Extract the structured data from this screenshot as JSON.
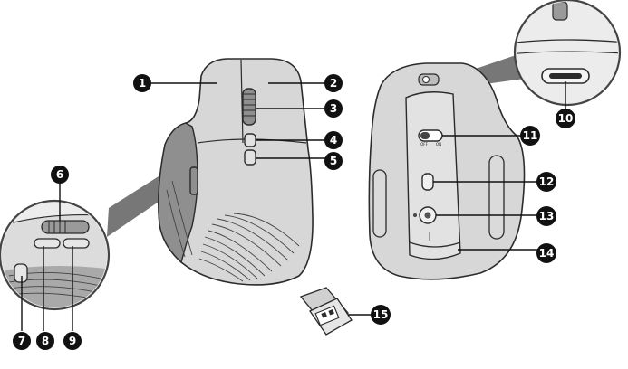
{
  "callouts": [
    {
      "id": "1",
      "label": "1"
    },
    {
      "id": "2",
      "label": "2"
    },
    {
      "id": "3",
      "label": "3"
    },
    {
      "id": "4",
      "label": "4"
    },
    {
      "id": "5",
      "label": "5"
    },
    {
      "id": "6",
      "label": "6"
    },
    {
      "id": "7",
      "label": "7"
    },
    {
      "id": "8",
      "label": "8"
    },
    {
      "id": "9",
      "label": "9"
    },
    {
      "id": "10",
      "label": "10"
    },
    {
      "id": "11",
      "label": "11"
    },
    {
      "id": "12",
      "label": "12"
    },
    {
      "id": "13",
      "label": "13"
    },
    {
      "id": "14",
      "label": "14"
    },
    {
      "id": "15",
      "label": "15"
    }
  ],
  "switch_labels": {
    "off": "OFF",
    "on": "ON"
  },
  "colors": {
    "callout_fill": "#111111",
    "callout_text": "#ffffff",
    "mouse_body": "#d7d7d7",
    "mouse_shadow": "#8f8f8f",
    "zoom_wedge": "#777777"
  }
}
